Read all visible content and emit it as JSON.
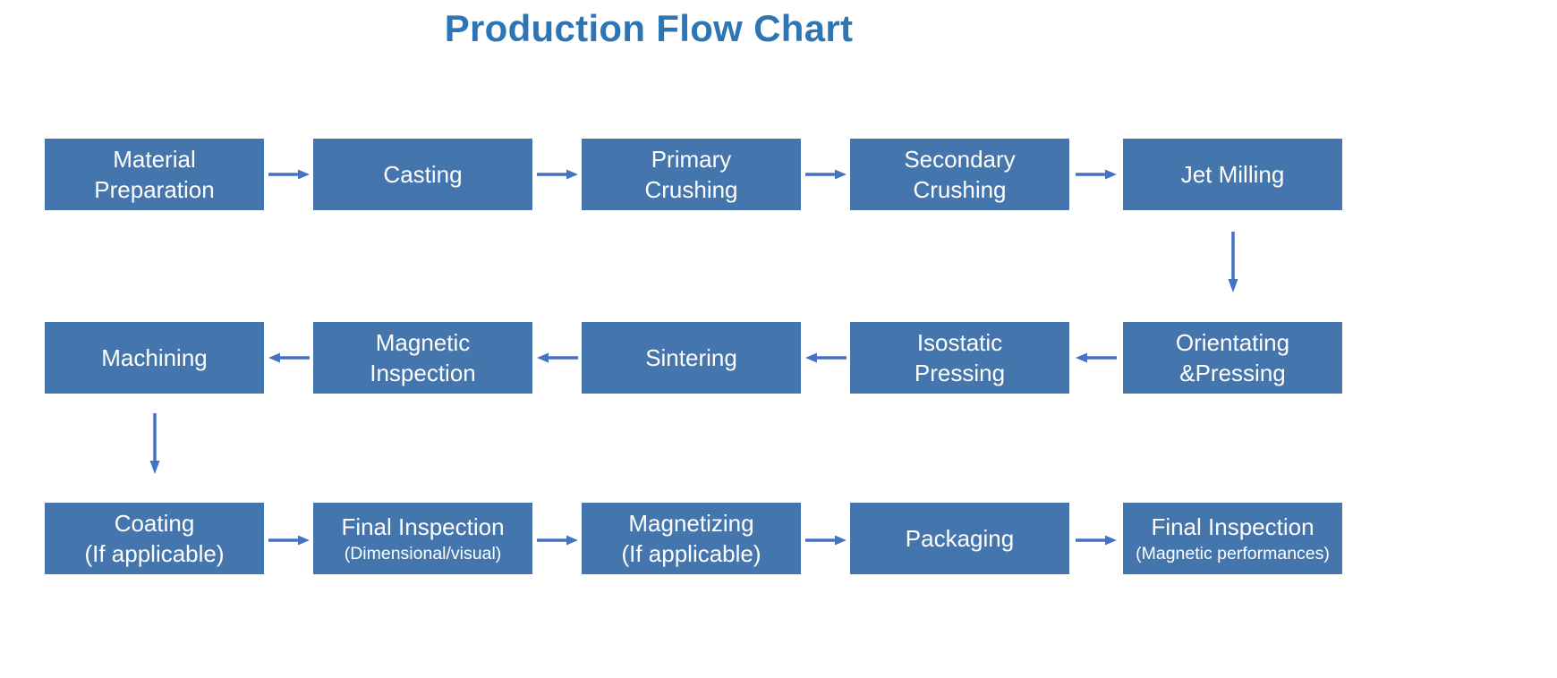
{
  "title": "Production Flow Chart",
  "colors": {
    "background": "#FFFFFF",
    "box_fill": "#4476AD",
    "box_text": "#FFFFFF",
    "title_text": "#2E75B6",
    "arrow": "#4472C4"
  },
  "rows": [
    {
      "direction": "right",
      "nodes": [
        {
          "line1": "Material",
          "line2": "Preparation"
        },
        {
          "line1": "Casting"
        },
        {
          "line1": "Primary",
          "line2": "Crushing"
        },
        {
          "line1": "Secondary",
          "line2": "Crushing"
        },
        {
          "line1": "Jet Milling"
        }
      ]
    },
    {
      "direction": "left",
      "nodes": [
        {
          "line1": "Machining"
        },
        {
          "line1": "Magnetic",
          "line2": "Inspection"
        },
        {
          "line1": "Sintering"
        },
        {
          "line1": "Isostatic",
          "line2": "Pressing"
        },
        {
          "line1": "Orientating",
          "line2": "&Pressing"
        }
      ]
    },
    {
      "direction": "right",
      "nodes": [
        {
          "line1": "Coating",
          "line2": "(If applicable)"
        },
        {
          "line1": "Final Inspection",
          "line2": "(Dimensional/visual)"
        },
        {
          "line1": "Magnetizing",
          "line2": "(If applicable)"
        },
        {
          "line1": "Packaging"
        },
        {
          "line1": "Final Inspection",
          "line2": "(Magnetic performances)"
        }
      ]
    }
  ]
}
